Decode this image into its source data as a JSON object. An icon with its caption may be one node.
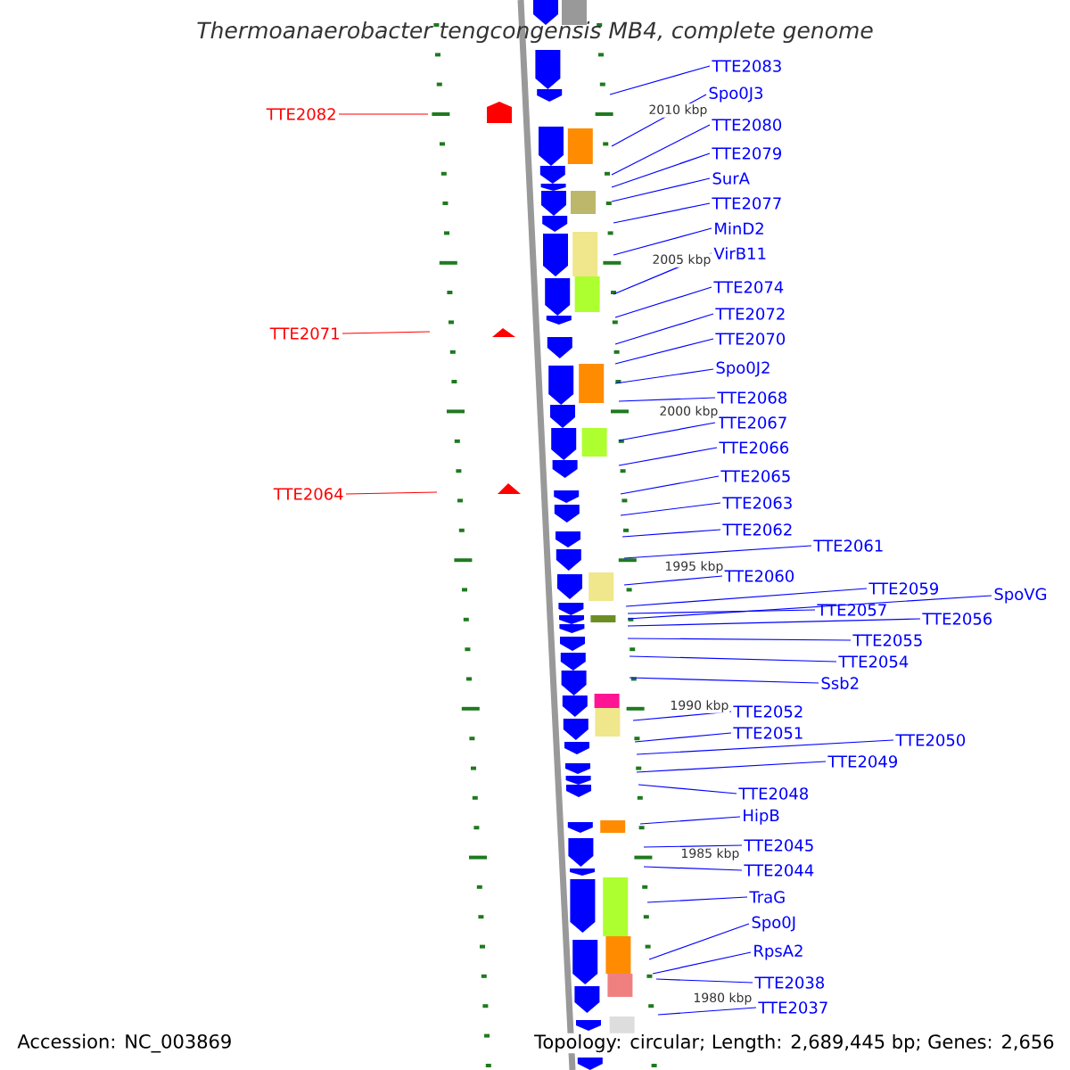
{
  "diagram": {
    "title": "Thermoanaerobacter tengcongensis MB4, complete genome",
    "nodes": [
      {
        "text": [
          "TTE2083"
        ]
      },
      {
        "text": [
          "Spo0J3"
        ]
      },
      {
        "text": [
          "TTE2082"
        ]
      },
      {
        "text": [
          "TTE2080"
        ]
      },
      {
        "text": [
          "TTE2079"
        ]
      },
      {
        "text": [
          "SurA"
        ]
      },
      {
        "text": [
          "TTE2077"
        ]
      },
      {
        "text": [
          "MinD2"
        ]
      },
      {
        "text": [
          "VirB11"
        ]
      },
      {
        "text": [
          "TTE2074"
        ]
      },
      {
        "text": [
          "TTE2072"
        ]
      },
      {
        "text": [
          "TTE2071"
        ]
      },
      {
        "text": [
          "TTE2070"
        ]
      },
      {
        "text": [
          "Spo0J2"
        ]
      },
      {
        "text": [
          "TTE2068"
        ]
      },
      {
        "text": [
          "TTE2067"
        ]
      },
      {
        "text": [
          "TTE2066"
        ]
      },
      {
        "text": [
          "TTE2065"
        ]
      },
      {
        "text": [
          "TTE2064"
        ]
      },
      {
        "text": [
          "TTE2063"
        ]
      },
      {
        "text": [
          "TTE2062"
        ]
      },
      {
        "text": [
          "TTE2061"
        ]
      },
      {
        "text": [
          "TTE2060"
        ]
      },
      {
        "text": [
          "TTE2059"
        ]
      },
      {
        "text": [
          "SpoVG"
        ]
      },
      {
        "text": [
          "TTE2057"
        ]
      },
      {
        "text": [
          "TTE2056"
        ]
      },
      {
        "text": [
          "TTE2055"
        ]
      },
      {
        "text": [
          "TTE2054"
        ]
      },
      {
        "text": [
          "Ssb2"
        ]
      },
      {
        "text": [
          "TTE2052"
        ]
      },
      {
        "text": [
          "TTE2051"
        ]
      },
      {
        "text": [
          "TTE2050"
        ]
      },
      {
        "text": [
          "TTE2049"
        ]
      },
      {
        "text": [
          "TTE2048"
        ]
      },
      {
        "text": [
          "HipB"
        ]
      },
      {
        "text": [
          "TTE2045"
        ]
      },
      {
        "text": [
          "TTE2044"
        ]
      },
      {
        "text": [
          "TraG"
        ]
      },
      {
        "text": [
          "Spo0J"
        ]
      },
      {
        "text": [
          "RpsA2"
        ]
      },
      {
        "text": [
          "TTE2038"
        ]
      },
      {
        "text": [
          "TTE2037"
        ]
      }
    ],
    "edges": [
      {
        "from": 0,
        "to": null,
        "arrow": "none"
      },
      {
        "from": 1,
        "to": null,
        "arrow": "none"
      },
      {
        "from": 2,
        "to": null,
        "arrow": "none",
        "color": "#ff0000"
      },
      {
        "from": 3,
        "to": null,
        "arrow": "none"
      },
      {
        "from": 4,
        "to": null,
        "arrow": "none"
      },
      {
        "from": 5,
        "to": null,
        "arrow": "none"
      },
      {
        "from": 6,
        "to": null,
        "arrow": "none"
      },
      {
        "from": 7,
        "to": null,
        "arrow": "none"
      },
      {
        "from": 8,
        "to": null,
        "arrow": "none"
      },
      {
        "from": 9,
        "to": null,
        "arrow": "none"
      },
      {
        "from": 10,
        "to": null,
        "arrow": "none"
      },
      {
        "from": 11,
        "to": null,
        "arrow": "none",
        "color": "#ff0000"
      },
      {
        "from": 12,
        "to": null,
        "arrow": "none"
      },
      {
        "from": 13,
        "to": null,
        "arrow": "none"
      },
      {
        "from": 14,
        "to": null,
        "arrow": "none"
      },
      {
        "from": 15,
        "to": null,
        "arrow": "none"
      },
      {
        "from": 16,
        "to": null,
        "arrow": "none"
      },
      {
        "from": 17,
        "to": null,
        "arrow": "none"
      },
      {
        "from": 18,
        "to": null,
        "arrow": "none",
        "color": "#ff0000"
      },
      {
        "from": 19,
        "to": null,
        "arrow": "none"
      },
      {
        "from": 20,
        "to": null,
        "arrow": "none"
      },
      {
        "from": 21,
        "to": null,
        "arrow": "none"
      },
      {
        "from": 22,
        "to": null,
        "arrow": "none"
      },
      {
        "from": 23,
        "to": null,
        "arrow": "none"
      },
      {
        "from": 24,
        "to": null,
        "arrow": "none"
      },
      {
        "from": 25,
        "to": null,
        "arrow": "none"
      },
      {
        "from": 26,
        "to": null,
        "arrow": "none"
      },
      {
        "from": 27,
        "to": null,
        "arrow": "none"
      },
      {
        "from": 28,
        "to": null,
        "arrow": "none"
      },
      {
        "from": 29,
        "to": null,
        "arrow": "none"
      },
      {
        "from": 30,
        "to": null,
        "arrow": "none"
      },
      {
        "from": 31,
        "to": null,
        "arrow": "none"
      },
      {
        "from": 32,
        "to": null,
        "arrow": "none"
      },
      {
        "from": 33,
        "to": null,
        "arrow": "none"
      },
      {
        "from": 34,
        "to": null,
        "arrow": "none"
      },
      {
        "from": 35,
        "to": null,
        "arrow": "none"
      },
      {
        "from": 36,
        "to": null,
        "arrow": "none"
      },
      {
        "from": 37,
        "to": null,
        "arrow": "none"
      },
      {
        "from": 38,
        "to": null,
        "arrow": "none"
      },
      {
        "from": 39,
        "to": null,
        "arrow": "none"
      },
      {
        "from": 40,
        "to": null,
        "arrow": "none"
      },
      {
        "from": 41,
        "to": null,
        "arrow": "none"
      },
      {
        "from": 42,
        "to": null,
        "arrow": "none"
      }
    ],
    "labels": [
      "2010 kbp",
      "2005 kbp",
      "2000 kbp",
      "1995 kbp",
      "1990 kbp",
      "1985 kbp",
      "1980 kbp",
      "Accession: NC_003869",
      "Topology: circular; Length: 2,689,445 bp; Genes: 2,656"
    ]
  }
}
